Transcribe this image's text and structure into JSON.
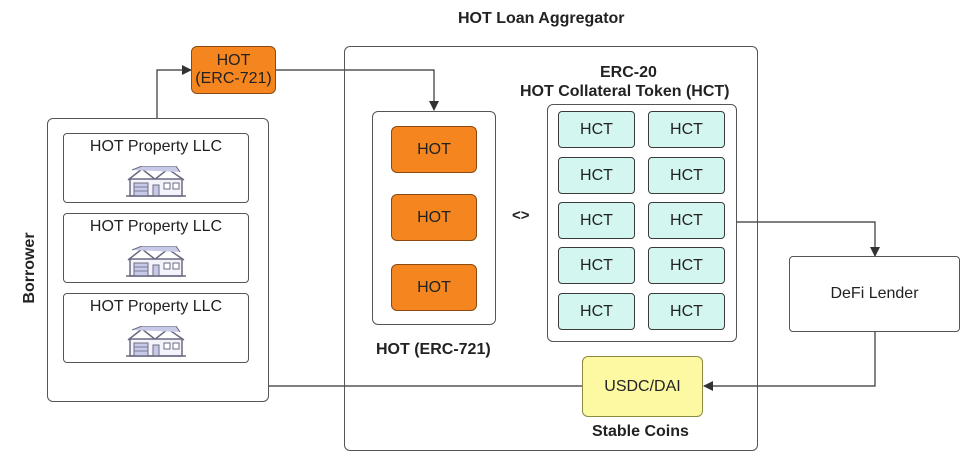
{
  "title": "HOT Loan Aggregator",
  "hot_token_top": {
    "line1": "HOT",
    "line2": "(ERC-721)"
  },
  "borrower": {
    "label": "Borrower",
    "properties": [
      {
        "label": "HOT Property LLC"
      },
      {
        "label": "HOT Property LLC"
      },
      {
        "label": "HOT Property LLC"
      }
    ]
  },
  "nft_group": {
    "label": "HOT (ERC-721)",
    "tokens": [
      "HOT",
      "HOT",
      "HOT"
    ]
  },
  "swap_symbol": "<>",
  "hct_group": {
    "header_line1": "ERC-20",
    "header_line2": "HOT Collateral Token (HCT)",
    "tokens": [
      "HCT",
      "HCT",
      "HCT",
      "HCT",
      "HCT",
      "HCT",
      "HCT",
      "HCT",
      "HCT",
      "HCT"
    ]
  },
  "lender": {
    "label": "DeFi Lender"
  },
  "stablecoin": {
    "label": "USDC/DAI",
    "caption": "Stable Coins"
  },
  "colors": {
    "nft_orange": "#f5861f",
    "hct_teal": "#d3f7f0",
    "stable_yellow": "#fdf9a3",
    "line": "#333333"
  }
}
